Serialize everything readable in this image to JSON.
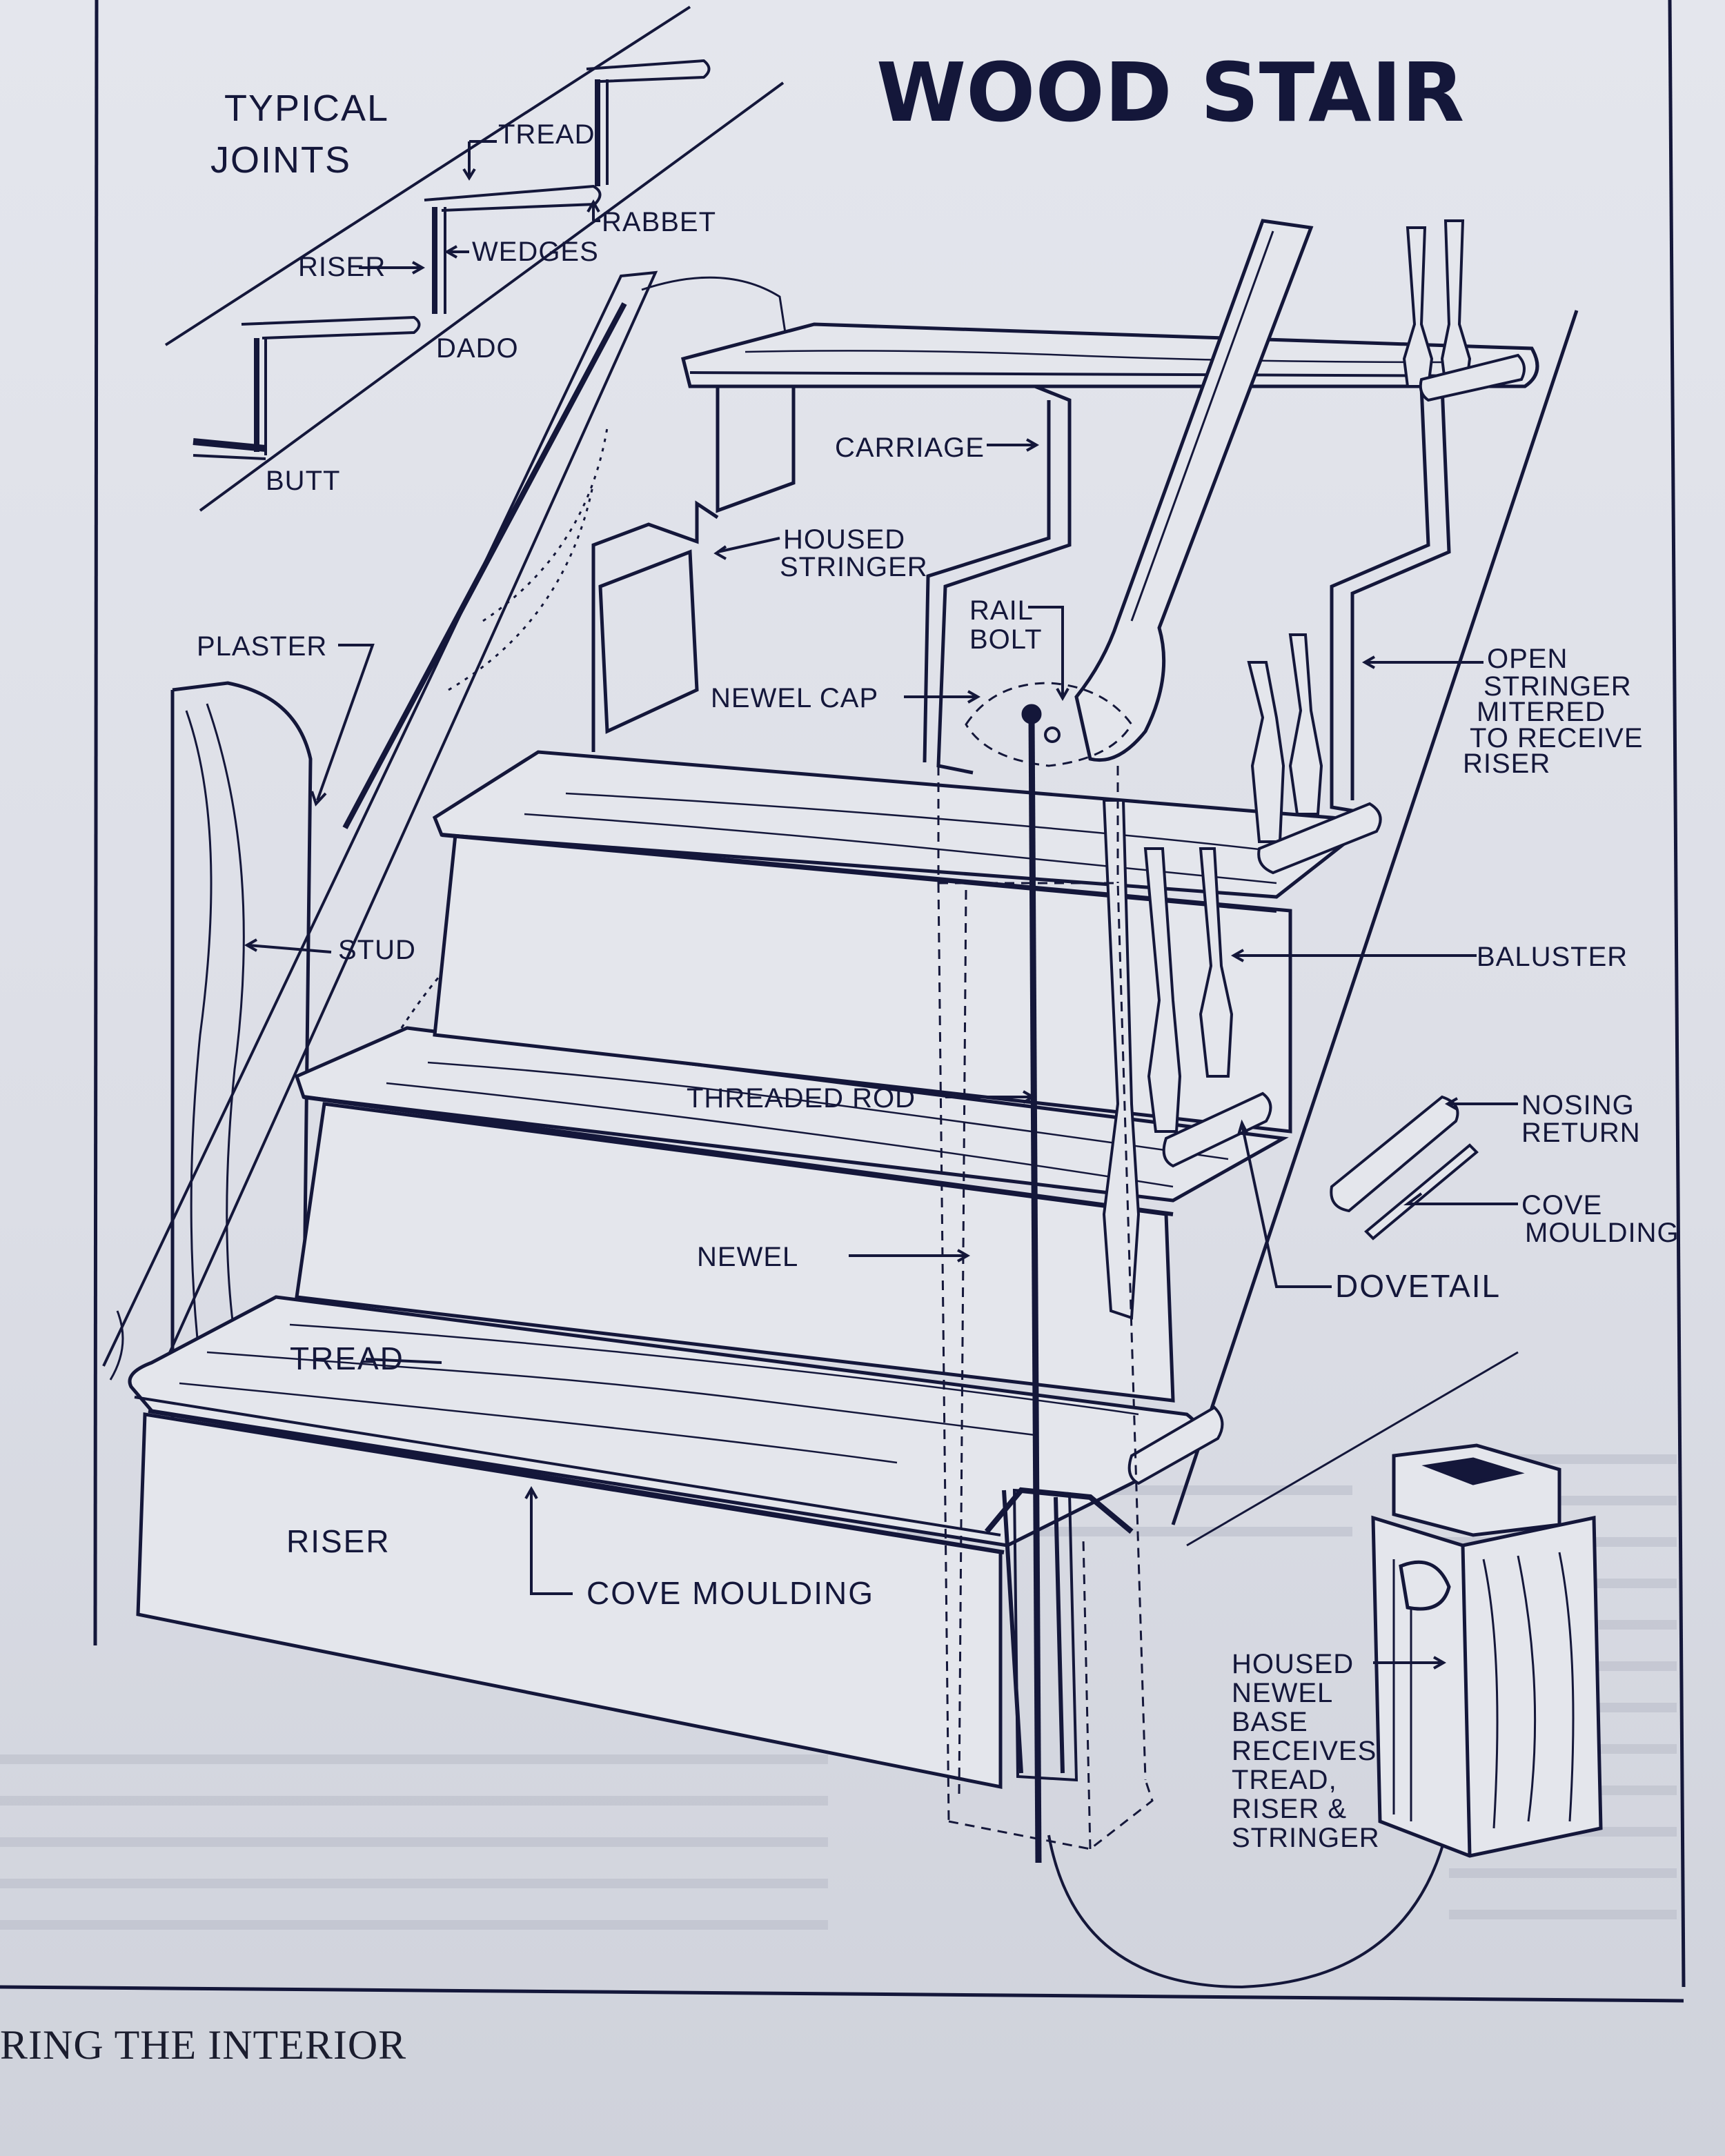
{
  "title": "WOOD STAIR",
  "inset_title": "TYPICAL JOINTS",
  "inset_labels": {
    "tread": "TREAD",
    "rabbet": "RABBET",
    "riser": "RISER",
    "wedges": "WEDGES",
    "dado": "DADO",
    "butt": "BUTT"
  },
  "labels": {
    "carriage": "CARRIAGE",
    "housed_stringer": "HOUSED STRINGER",
    "plaster": "PLASTER",
    "rail_bolt": "RAIL BOLT",
    "newel_cap": "NEWEL CAP",
    "open_stringer": "OPEN STRINGER MITERED TO RECEIVE RISER",
    "stud": "STUD",
    "baluster": "BALUSTER",
    "threaded_rod": "THREADED ROD",
    "nosing_return": "NOSING RETURN",
    "cove_moulding_right": "COVE MOULDING",
    "newel": "NEWEL",
    "dovetail": "DOVETAIL",
    "tread": "TREAD",
    "riser": "RISER",
    "cove_moulding_bottom": "COVE MOULDING",
    "housed_newel_base": "HOUSED NEWEL BASE RECEIVES TREAD, RISER & STRINGER"
  },
  "footer": "RING THE INTERIOR",
  "colors": {
    "ink": "#14173a",
    "paper": "#e1e3ea"
  }
}
